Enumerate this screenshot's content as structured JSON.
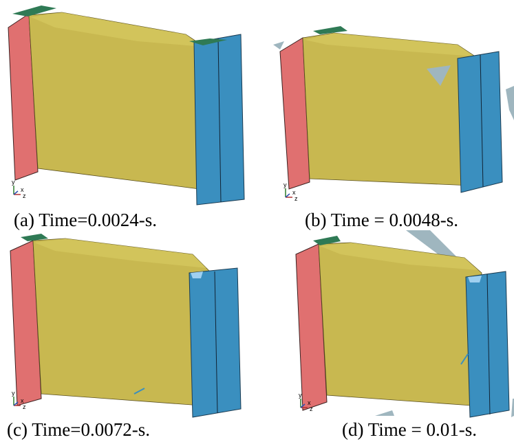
{
  "panels": [
    {
      "id": "a",
      "caption": "(a) Time=0.0024-s.",
      "axes": {
        "y": "y",
        "x": "x",
        "z": "z"
      }
    },
    {
      "id": "b",
      "caption": "(b) Time = 0.0048-s.",
      "axes": {
        "y": "y",
        "x": "x",
        "z": "z"
      }
    },
    {
      "id": "c",
      "caption": "(c) Time=0.0072-s.",
      "axes": {
        "y": "y",
        "x": "x",
        "z": "z"
      }
    },
    {
      "id": "d",
      "caption": "(d) Time = 0.01-s.",
      "axes": {
        "y": "y",
        "x": "x",
        "z": "z"
      }
    }
  ],
  "colors": {
    "left_plate": "#e07070",
    "center_body": "#c8b850",
    "right_plate": "#3a8fbf",
    "fragment_green": "#2f7a55",
    "fragment_grey": "#9fb6bf"
  }
}
